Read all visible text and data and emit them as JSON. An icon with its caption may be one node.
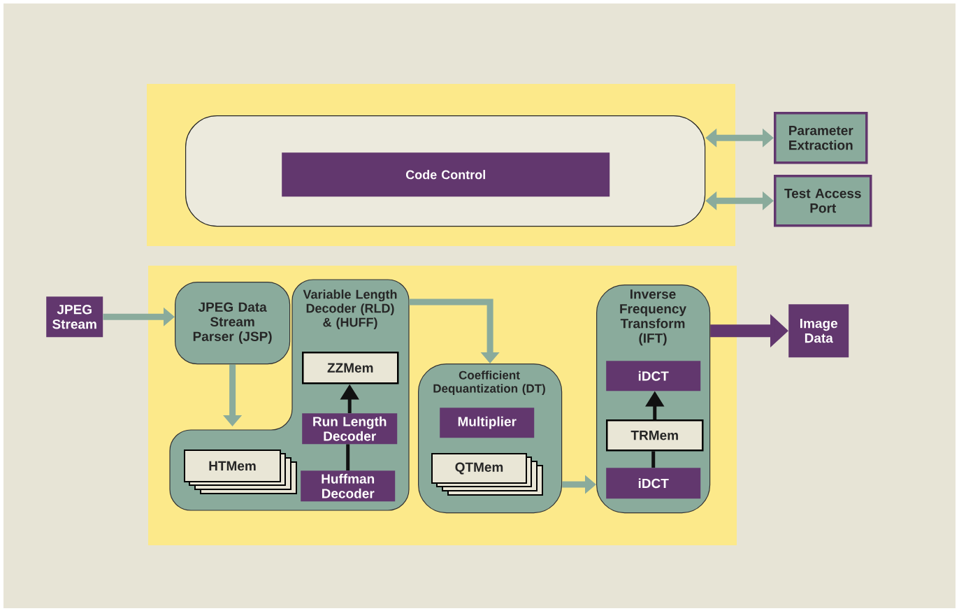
{
  "diagram": {
    "nodes": [
      {
        "text": [],
        "shape": "box"
      },
      {
        "text": [
          "Code Control"
        ],
        "in": 0
      },
      {
        "text": [
          "Parameter Extraction"
        ]
      },
      {
        "text": [
          "Test Access Port"
        ]
      },
      {
        "text": [
          "JPEG Stream"
        ]
      },
      {
        "text": [
          "JPEG Data Stream Parser (JSP)"
        ]
      },
      {
        "text": [
          "Variable Length Decoder (RLD) & (HUFF)"
        ]
      },
      {
        "text": [
          "ZZMem"
        ],
        "in": 6
      },
      {
        "text": [
          "Run Length Decoder"
        ],
        "in": 6
      },
      {
        "text": [
          "Huffman Decoder"
        ],
        "in": 6
      },
      {
        "text": [
          "HTMem"
        ],
        "in": 6
      },
      {
        "text": [
          "Coefficient Dequantization (DT)"
        ]
      },
      {
        "text": [
          "Multiplier"
        ],
        "in": 11
      },
      {
        "text": [
          "QTMem"
        ],
        "in": 11
      },
      {
        "text": [
          "Inverse Frequency Transform (IFT)"
        ]
      },
      {
        "text": [
          "iDCT"
        ],
        "in": 14
      },
      {
        "text": [
          "TRMem"
        ],
        "in": 14
      },
      {
        "text": [
          "iDCT"
        ],
        "in": 14
      },
      {
        "text": [
          "Image Data"
        ]
      }
    ],
    "edges": [
      {
        "from": 0,
        "to": 2,
        "arrow": "both"
      },
      {
        "from": 0,
        "to": 3,
        "arrow": "both"
      },
      {
        "from": 4,
        "to": 5,
        "arrow": "to"
      },
      {
        "from": 5,
        "to": 6,
        "arrow": "to"
      },
      {
        "from": 6,
        "to": 11,
        "arrow": "to"
      },
      {
        "from": 9,
        "to": 8,
        "arrow": "none",
        "color": "#111111"
      },
      {
        "from": 8,
        "to": 7,
        "arrow": "to",
        "color": "#111111"
      },
      {
        "from": 11,
        "to": 14,
        "arrow": "to"
      },
      {
        "from": 17,
        "to": 16,
        "arrow": "none",
        "color": "#111111"
      },
      {
        "from": 16,
        "to": 15,
        "arrow": "to",
        "color": "#111111"
      },
      {
        "from": 14,
        "to": 18,
        "arrow": "to",
        "style": "thick",
        "color": "#62376e"
      }
    ]
  }
}
